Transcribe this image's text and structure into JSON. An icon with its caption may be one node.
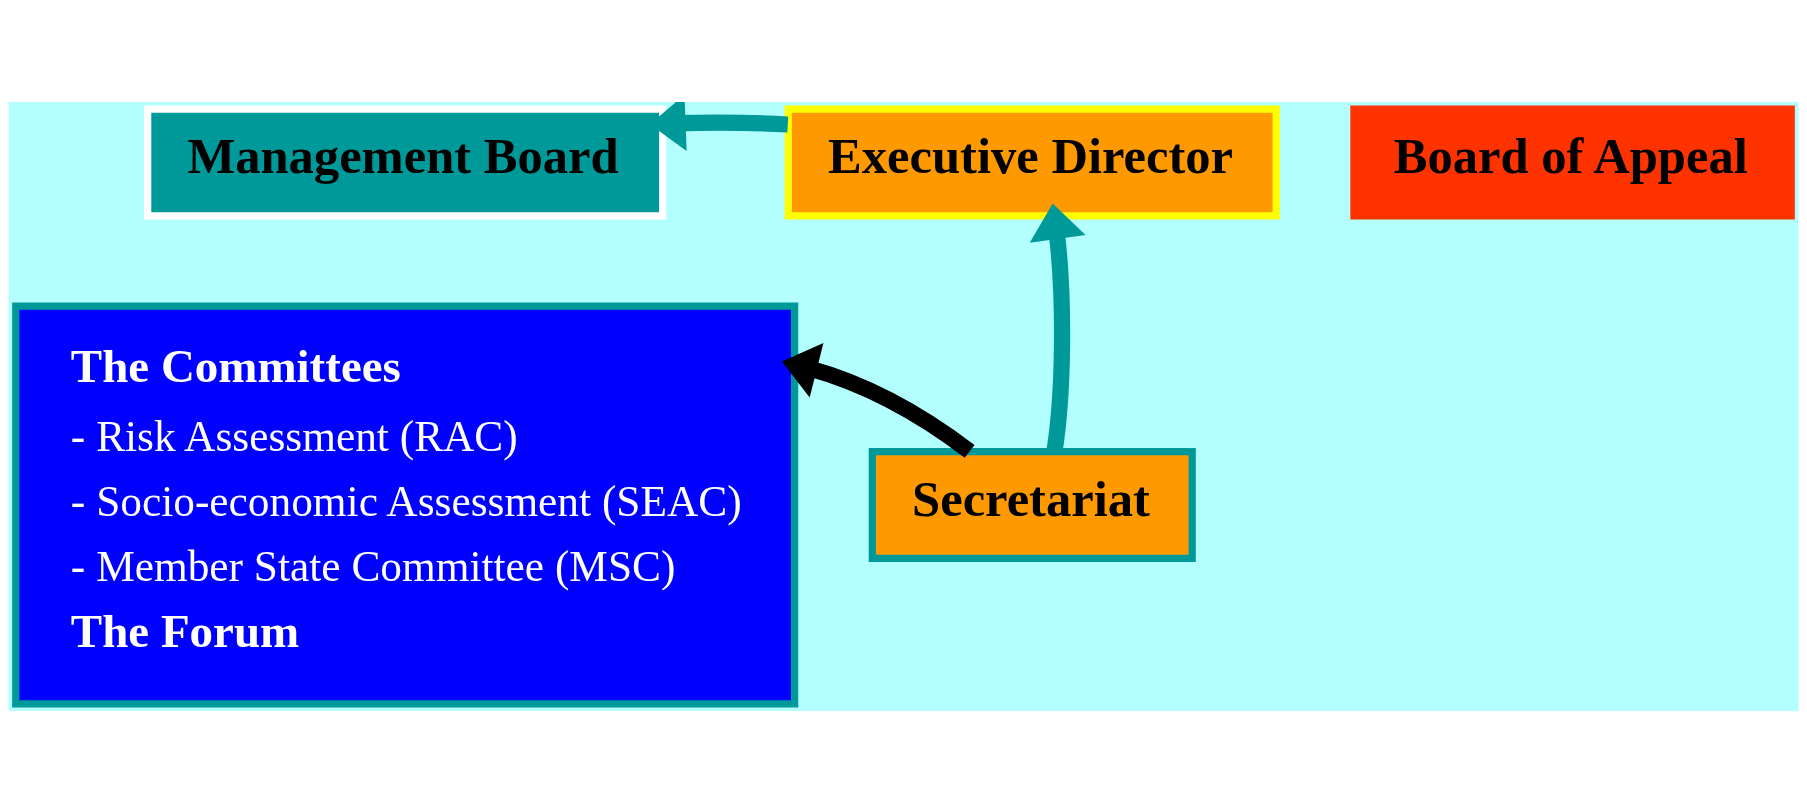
{
  "diagram": {
    "nodes": [
      {
        "text": [
          "Management Board"
        ]
      },
      {
        "text": [
          "Executive Director"
        ]
      },
      {
        "text": [
          "Board of Appeal"
        ]
      },
      {
        "text": [
          "The Committees",
          "- Risk Assessment (RAC)",
          "- Socio-economic Assessment (SEAC)",
          "- Member State Committee (MSC)",
          "The Forum"
        ]
      },
      {
        "text": [
          "Secretariat"
        ]
      }
    ],
    "edges": [
      {
        "from": 1,
        "to": 0,
        "arrow": "to"
      },
      {
        "from": 4,
        "to": 1,
        "arrow": "to"
      },
      {
        "from": 4,
        "to": 3,
        "arrow": "to",
        "color": "#000000"
      }
    ]
  }
}
